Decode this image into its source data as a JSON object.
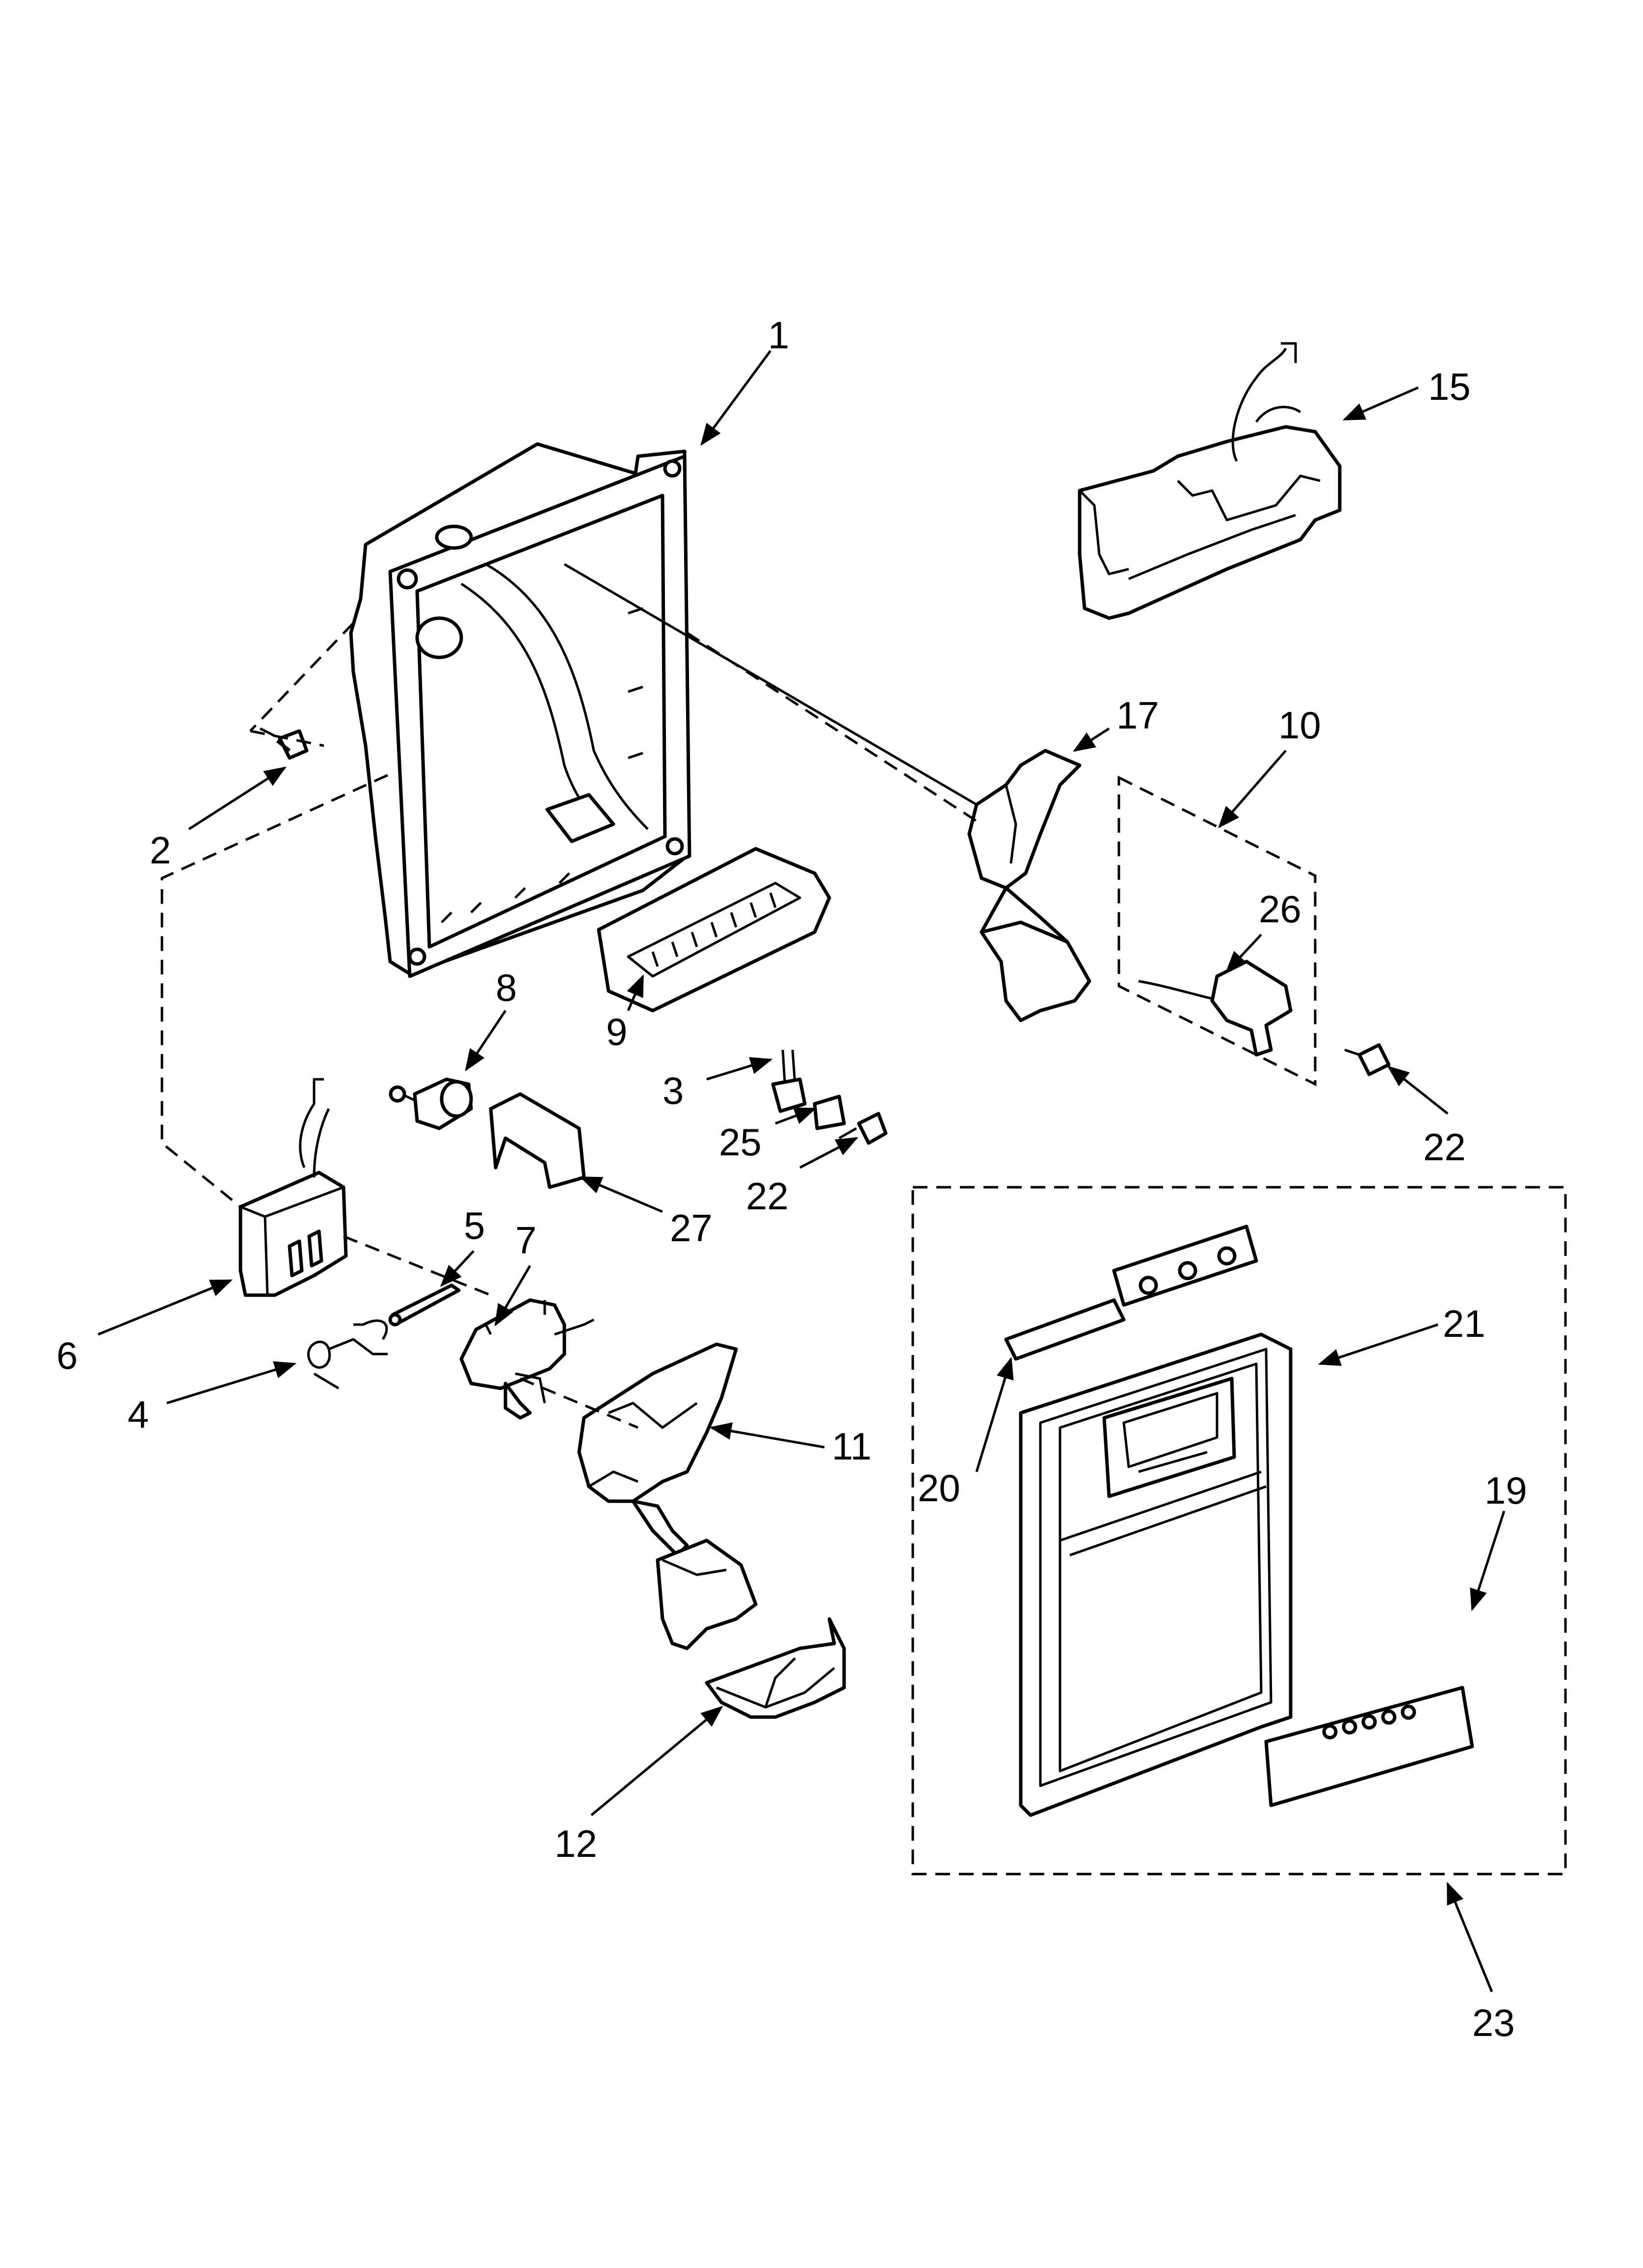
{
  "diagram": {
    "callouts": [
      {
        "id": "c1",
        "text": "1"
      },
      {
        "id": "c2",
        "text": "2"
      },
      {
        "id": "c3",
        "text": "3"
      },
      {
        "id": "c4",
        "text": "4"
      },
      {
        "id": "c5",
        "text": "5"
      },
      {
        "id": "c6",
        "text": "6"
      },
      {
        "id": "c7",
        "text": "7"
      },
      {
        "id": "c8",
        "text": "8"
      },
      {
        "id": "c9",
        "text": "9"
      },
      {
        "id": "c10",
        "text": "10"
      },
      {
        "id": "c11",
        "text": "11"
      },
      {
        "id": "c12",
        "text": "12"
      },
      {
        "id": "c15",
        "text": "15"
      },
      {
        "id": "c17",
        "text": "17"
      },
      {
        "id": "c19",
        "text": "19"
      },
      {
        "id": "c20",
        "text": "20"
      },
      {
        "id": "c21",
        "text": "21"
      },
      {
        "id": "c22a",
        "text": "22"
      },
      {
        "id": "c22b",
        "text": "22"
      },
      {
        "id": "c23",
        "text": "23"
      },
      {
        "id": "c25",
        "text": "25"
      },
      {
        "id": "c26",
        "text": "26"
      },
      {
        "id": "c27",
        "text": "27"
      }
    ],
    "colors": {
      "line": "#000000",
      "background": "#ffffff",
      "shade": "#cfcfcf"
    }
  }
}
